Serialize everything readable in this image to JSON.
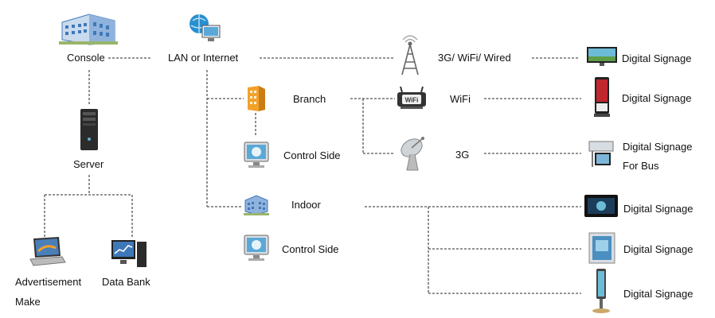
{
  "colors": {
    "line": "#555555",
    "building_blue": "#3f78b8",
    "building_light": "#c9dbee",
    "branch_orange": "#f2a12a",
    "globe_blue": "#2a8fd0",
    "server_dark": "#2b2b2b",
    "screen_teal": "#3fa0c8"
  },
  "nodes": {
    "console": {
      "label": "Console",
      "icon": "office-building-icon"
    },
    "network": {
      "label": "LAN or Internet",
      "icon": "globe-computer-icon"
    },
    "server": {
      "label": "Server",
      "icon": "server-tower-icon"
    },
    "ad_make": {
      "label_line1": "Advertisement",
      "label_line2": "Make",
      "icon": "laptop-icon"
    },
    "data_bank": {
      "label": "Data Bank",
      "icon": "desktop-chart-icon"
    },
    "branch": {
      "label": "Branch",
      "icon": "orange-building-icon"
    },
    "branch_control": {
      "label": "Control Side",
      "icon": "monitor-icon"
    },
    "indoor": {
      "label": "Indoor",
      "icon": "blue-building-icon"
    },
    "indoor_control": {
      "label": "Control Side",
      "icon": "monitor-icon"
    },
    "tower": {
      "label": "3G/ WiFi/ Wired",
      "icon": "antenna-tower-icon"
    },
    "wifi": {
      "label": "WiFi",
      "icon": "wifi-router-icon"
    },
    "g3": {
      "label": "3G",
      "icon": "satellite-dish-icon"
    }
  },
  "signage": [
    {
      "label": "Digital Signage",
      "icon": "wide-screen-icon"
    },
    {
      "label": "Digital Signage",
      "icon": "kiosk-icon"
    },
    {
      "label_line1": "Digital Signage",
      "label_line2": "For Bus",
      "icon": "bus-screen-icon"
    },
    {
      "label": "Digital Signage",
      "icon": "black-screen-icon"
    },
    {
      "label": "Digital Signage",
      "icon": "wall-screen-icon"
    },
    {
      "label": "Digital Signage",
      "icon": "stand-screen-icon"
    }
  ]
}
